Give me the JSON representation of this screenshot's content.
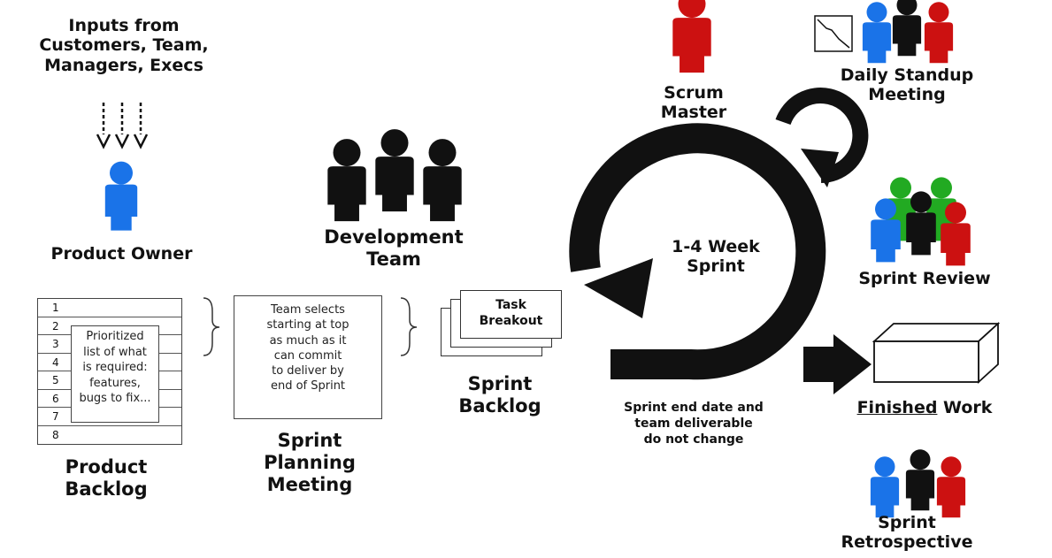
{
  "inputs_text": [
    "Inputs from",
    "Customers, Team,",
    "Managers, Execs"
  ],
  "product_owner": "Product Owner",
  "product_backlog": {
    "rows": [
      "1",
      "2",
      "3",
      "4",
      "5",
      "6",
      "7",
      "8"
    ],
    "note": [
      "Prioritized",
      "list of what",
      "is required:",
      "features,",
      "bugs to fix..."
    ],
    "title": [
      "Product",
      "Backlog"
    ]
  },
  "sprint_planning": {
    "box_text": [
      "Team selects",
      "starting at top",
      "as much as it",
      "can commit",
      "to deliver by",
      "end of Sprint"
    ],
    "title": [
      "Sprint",
      "Planning",
      "Meeting"
    ]
  },
  "development_team": [
    "Development",
    "Team"
  ],
  "sprint_backlog": {
    "card": [
      "Task",
      "Breakout"
    ],
    "title": [
      "Sprint",
      "Backlog"
    ]
  },
  "scrum_master": [
    "Scrum",
    "Master"
  ],
  "daily_standup": [
    "Daily Standup",
    "Meeting"
  ],
  "sprint_cycle": [
    "1-4 Week",
    "Sprint"
  ],
  "sprint_note": [
    "Sprint end date and",
    "team deliverable",
    "do not change"
  ],
  "sprint_review": "Sprint Review",
  "finished_work": {
    "underlined": "Finished",
    "rest": " Work"
  },
  "sprint_retrospective": [
    "Sprint",
    "Retrospective"
  ],
  "colors": {
    "blue": "#1a73e8",
    "red": "#cc1111",
    "green": "#22aa22",
    "black": "#111111"
  }
}
